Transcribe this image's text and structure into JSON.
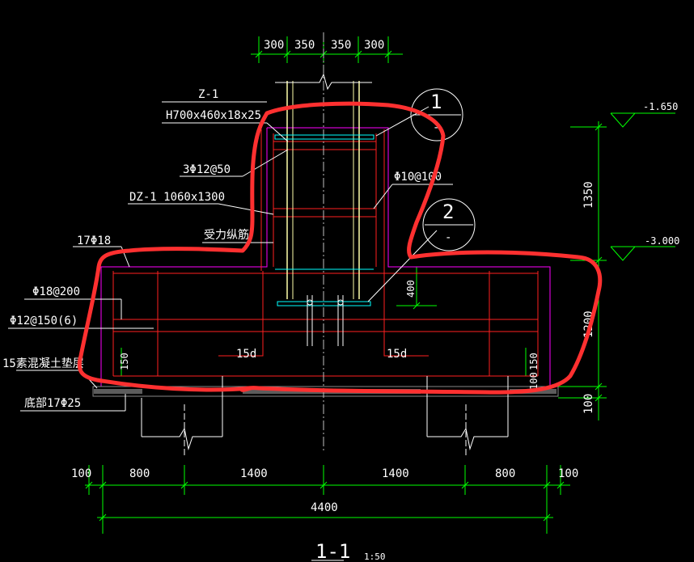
{
  "colors": {
    "background": "#000000",
    "dimension": "#00ff00",
    "concrete": "#ff00ff",
    "rebar": "#ff2020",
    "steel_plate": "#00ffff",
    "text": "#ffffff",
    "markup": "#ff3030",
    "centerline": "#c0c0c0"
  },
  "top_dims": [
    "300",
    "350",
    "350",
    "300"
  ],
  "right_dims": [
    "1350",
    "1200",
    "100"
  ],
  "levels": [
    "-1.650",
    "-3.000"
  ],
  "bottom_dims": [
    "100",
    "800",
    "1400",
    "1400",
    "800",
    "100"
  ],
  "total_width": "4400",
  "side_dims": {
    "left_150": "150",
    "right_150": "150",
    "right_100": "100",
    "step_400": "400"
  },
  "anchor_labels": [
    "15d",
    "15d"
  ],
  "callouts": {
    "z1_name": "Z-1",
    "z1_size": "H700x460x18x25",
    "stirrup": "3Φ12@50",
    "dz1": "DZ-1 1060x1300",
    "main_bars": "受力纵筋",
    "bars_17": "17Φ18",
    "phi18": "Φ18@200",
    "phi12": "Φ12@150(6)",
    "cushion": "15素混凝土垫层",
    "bottom_bars": "底部17Φ25",
    "phi10": "Φ10@100"
  },
  "section_marks": [
    {
      "num": "1",
      "sub": "-"
    },
    {
      "num": "2",
      "sub": "-"
    }
  ],
  "section_title": "1-1",
  "scale": "1:50"
}
